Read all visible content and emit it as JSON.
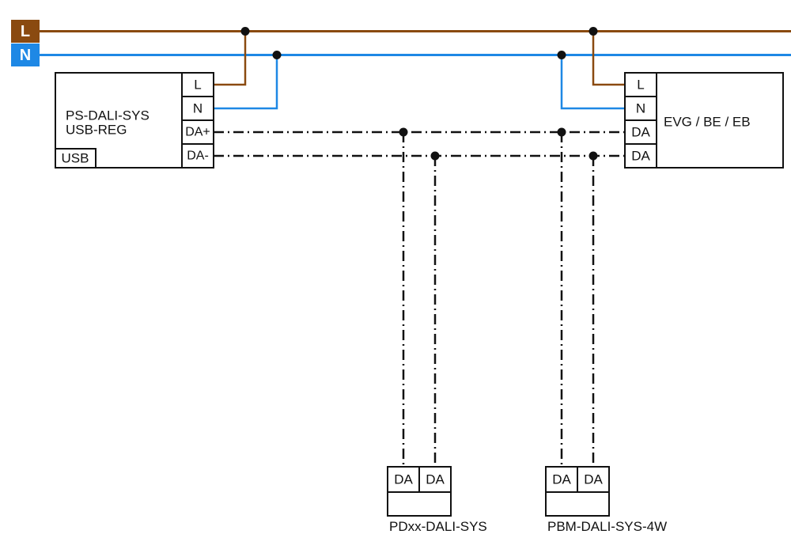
{
  "diagram": {
    "bus": {
      "l_label": "L",
      "n_label": "N"
    },
    "left_device": {
      "name_line1": "PS-DALI-SYS",
      "name_line2": "USB-REG",
      "usb_label": "USB",
      "terminals": [
        "L",
        "N",
        "DA+",
        "DA-"
      ]
    },
    "right_device": {
      "name": "EVG / BE / EB",
      "terminals": [
        "L",
        "N",
        "DA",
        "DA"
      ]
    },
    "bottom_left_device": {
      "name": "PDxx-DALI-SYS",
      "terminals": [
        "DA",
        "DA"
      ]
    },
    "bottom_right_device": {
      "name": "PBM-DALI-SYS-4W",
      "terminals": [
        "DA",
        "DA"
      ]
    },
    "colors": {
      "l_wire": "#8a4a10",
      "n_wire": "#1e88e5",
      "line": "#111111"
    }
  }
}
